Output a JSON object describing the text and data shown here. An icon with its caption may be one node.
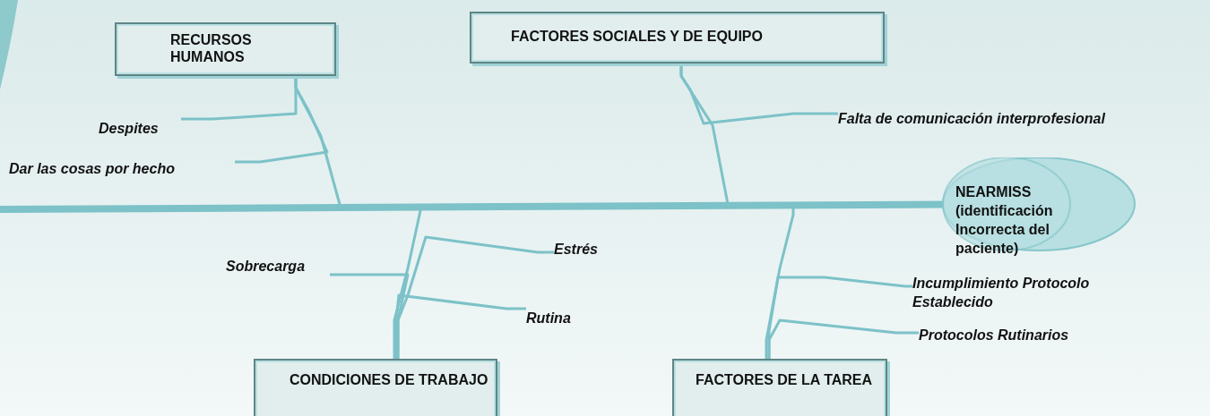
{
  "diagram": {
    "nodes": [
      {
        "text": [
          "RECURSOS HUMANOS"
        ]
      },
      {
        "text": [
          "FACTORES SOCIALES Y DE EQUIPO"
        ]
      },
      {
        "text": [
          "Despites"
        ]
      },
      {
        "text": [
          "Falta de comunicación interprofesional"
        ]
      },
      {
        "text": [
          "Dar las cosas por hecho"
        ]
      },
      {
        "text": [
          "NEARMISS (identificación Incorrecta del paciente)"
        ]
      },
      {
        "text": [
          "Estrés"
        ]
      },
      {
        "text": [
          "Sobrecarga"
        ]
      },
      {
        "text": [
          "Incumplimiento Protocolo Establecido"
        ]
      },
      {
        "text": [
          "Rutina"
        ]
      },
      {
        "text": [
          "Protocolos Rutinarios"
        ]
      },
      {
        "text": [
          "CONDICIONES DE TRABAJO"
        ]
      },
      {
        "text": [
          "FACTORES DE LA TAREA"
        ]
      }
    ],
    "edges": [
      {
        "from": 0,
        "to": 5,
        "arrow": "none"
      },
      {
        "from": 1,
        "to": 5,
        "arrow": "none"
      },
      {
        "from": 11,
        "to": 5,
        "arrow": "none"
      },
      {
        "from": 12,
        "to": 5,
        "arrow": "none"
      },
      {
        "from": 2,
        "to": 0,
        "arrow": "none"
      },
      {
        "from": 4,
        "to": 0,
        "arrow": "none"
      },
      {
        "from": 3,
        "to": 1,
        "arrow": "none"
      },
      {
        "from": 6,
        "to": 11,
        "arrow": "none"
      },
      {
        "from": 7,
        "to": 11,
        "arrow": "none"
      },
      {
        "from": 9,
        "to": 11,
        "arrow": "none"
      },
      {
        "from": 8,
        "to": 12,
        "arrow": "none"
      },
      {
        "from": 10,
        "to": 12,
        "arrow": "none"
      },
      {
        "from": null,
        "to": 5,
        "arrow": "none",
        "style": "thick"
      }
    ]
  }
}
